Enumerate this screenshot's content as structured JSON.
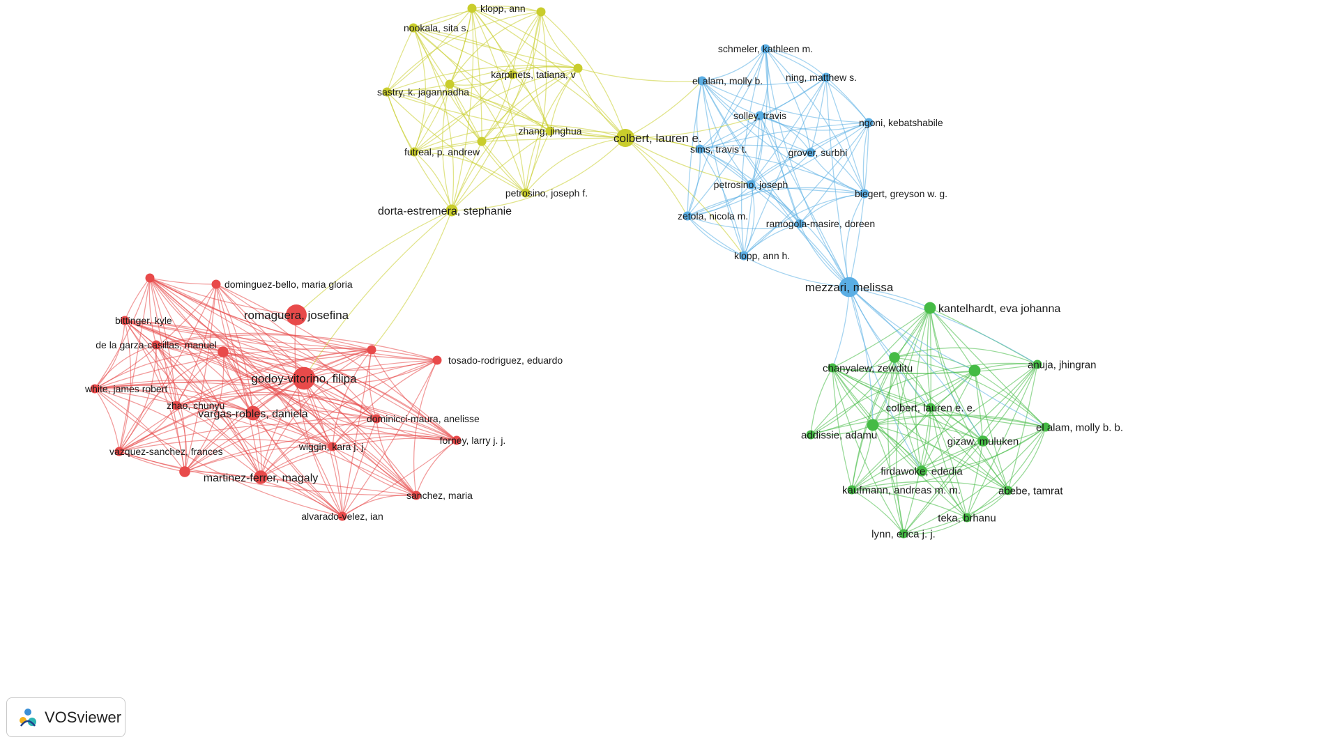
{
  "app": {
    "logo_text": "VOSviewer"
  },
  "colors": {
    "cluster_yellow": "#c9cd2c",
    "cluster_blue": "#5aaee4",
    "cluster_red": "#e84a4a",
    "cluster_green": "#45bb45"
  },
  "clusters": [
    {
      "id": "yellow",
      "color": "#c9cd2c"
    },
    {
      "id": "blue",
      "color": "#5aaee4"
    },
    {
      "id": "red",
      "color": "#e84a4a"
    },
    {
      "id": "green",
      "color": "#45bb45"
    }
  ],
  "nodes": [
    {
      "id": "y1",
      "cluster": "yellow",
      "label": "klopp, ann",
      "weight": 1
    },
    {
      "id": "y2",
      "cluster": "yellow",
      "label": "",
      "weight": 1
    },
    {
      "id": "y3",
      "cluster": "yellow",
      "label": "nookala, sita s.",
      "weight": 1
    },
    {
      "id": "y4",
      "cluster": "yellow",
      "label": "karpinets, tatiana, v",
      "weight": 1
    },
    {
      "id": "y5",
      "cluster": "yellow",
      "label": "",
      "weight": 1
    },
    {
      "id": "y6",
      "cluster": "yellow",
      "label": "",
      "weight": 1
    },
    {
      "id": "y7",
      "cluster": "yellow",
      "label": "sastry, k. jagannadha",
      "weight": 1
    },
    {
      "id": "y8",
      "cluster": "yellow",
      "label": "zhang, jinghua",
      "weight": 1
    },
    {
      "id": "y9",
      "cluster": "yellow",
      "label": "",
      "weight": 1
    },
    {
      "id": "y10",
      "cluster": "yellow",
      "label": "futreal, p. andrew",
      "weight": 1
    },
    {
      "id": "y11",
      "cluster": "yellow",
      "label": "colbert, lauren e.",
      "weight": 2
    },
    {
      "id": "y12",
      "cluster": "yellow",
      "label": "petrosino, joseph f.",
      "weight": 1
    },
    {
      "id": "y13",
      "cluster": "yellow",
      "label": "dorta-estremera, stephanie",
      "weight": 1.3
    },
    {
      "id": "b1",
      "cluster": "blue",
      "label": "schmeler, kathleen m.",
      "weight": 1
    },
    {
      "id": "b2",
      "cluster": "blue",
      "label": "el alam, molly b.",
      "weight": 1
    },
    {
      "id": "b3",
      "cluster": "blue",
      "label": "ning, matthew s.",
      "weight": 1
    },
    {
      "id": "b4",
      "cluster": "blue",
      "label": "solley, travis",
      "weight": 1
    },
    {
      "id": "b5",
      "cluster": "blue",
      "label": "ngoni, kebatshabile",
      "weight": 1
    },
    {
      "id": "b6",
      "cluster": "blue",
      "label": "sims, travis t.",
      "weight": 1
    },
    {
      "id": "b7",
      "cluster": "blue",
      "label": "grover, surbhi",
      "weight": 1
    },
    {
      "id": "b8",
      "cluster": "blue",
      "label": "petrosino, joseph",
      "weight": 1
    },
    {
      "id": "b9",
      "cluster": "blue",
      "label": "biegert, greyson w. g.",
      "weight": 1
    },
    {
      "id": "b10",
      "cluster": "blue",
      "label": "zetola, nicola m.",
      "weight": 1
    },
    {
      "id": "b11",
      "cluster": "blue",
      "label": "ramogola-masire, doreen",
      "weight": 1
    },
    {
      "id": "b12",
      "cluster": "blue",
      "label": "klopp, ann h.",
      "weight": 1
    },
    {
      "id": "b13",
      "cluster": "blue",
      "label": "mezzari, melissa",
      "weight": 2.2
    },
    {
      "id": "r1",
      "cluster": "red",
      "label": "",
      "weight": 1
    },
    {
      "id": "r2",
      "cluster": "red",
      "label": "dominguez-bello, maria gloria",
      "weight": 1
    },
    {
      "id": "r3",
      "cluster": "red",
      "label": "romaguera, josefina",
      "weight": 2.3
    },
    {
      "id": "r4",
      "cluster": "red",
      "label": "bittinger, kyle",
      "weight": 1
    },
    {
      "id": "r5",
      "cluster": "red",
      "label": "de la garza-casillas, manuel",
      "weight": 1
    },
    {
      "id": "r6",
      "cluster": "red",
      "label": "",
      "weight": 1.2
    },
    {
      "id": "r7",
      "cluster": "red",
      "label": "",
      "weight": 1
    },
    {
      "id": "r8",
      "cluster": "red",
      "label": "tosado-rodriguez, eduardo",
      "weight": 1
    },
    {
      "id": "r9",
      "cluster": "red",
      "label": "godoy-vitorino, filipa",
      "weight": 2.5
    },
    {
      "id": "r10",
      "cluster": "red",
      "label": "white, james robert",
      "weight": 1
    },
    {
      "id": "r11",
      "cluster": "red",
      "label": "zhao, chunyu",
      "weight": 1
    },
    {
      "id": "r12",
      "cluster": "red",
      "label": "vargas-robles, daniela",
      "weight": 1.6
    },
    {
      "id": "r13",
      "cluster": "red",
      "label": "dominicci-maura, anelisse",
      "weight": 1
    },
    {
      "id": "r14",
      "cluster": "red",
      "label": "forney, larry j. j.",
      "weight": 1
    },
    {
      "id": "r15",
      "cluster": "red",
      "label": "wiggin, kara j. j.",
      "weight": 1
    },
    {
      "id": "r16",
      "cluster": "red",
      "label": "vazquez-sanchez, frances",
      "weight": 1
    },
    {
      "id": "r17",
      "cluster": "red",
      "label": "",
      "weight": 1.2
    },
    {
      "id": "r18",
      "cluster": "red",
      "label": "martinez-ferrer, magaly",
      "weight": 1.5
    },
    {
      "id": "r19",
      "cluster": "red",
      "label": "sanchez, maria",
      "weight": 1
    },
    {
      "id": "r20",
      "cluster": "red",
      "label": "alvarado-velez, ian",
      "weight": 1
    },
    {
      "id": "g1",
      "cluster": "green",
      "label": "kantelhardt, eva johanna",
      "weight": 1.3
    },
    {
      "id": "g2",
      "cluster": "green",
      "label": "",
      "weight": 1.2
    },
    {
      "id": "g3",
      "cluster": "green",
      "label": "chanyalew, zewditu",
      "weight": 1
    },
    {
      "id": "g4",
      "cluster": "green",
      "label": "",
      "weight": 1.3
    },
    {
      "id": "g5",
      "cluster": "green",
      "label": "anuja, jhingran",
      "weight": 1
    },
    {
      "id": "g6",
      "cluster": "green",
      "label": "colbert, lauren e. e.",
      "weight": 1
    },
    {
      "id": "g7",
      "cluster": "green",
      "label": "",
      "weight": 1.3
    },
    {
      "id": "g8",
      "cluster": "green",
      "label": "el alam, molly b. b.",
      "weight": 1
    },
    {
      "id": "g9",
      "cluster": "green",
      "label": "addissie, adamu",
      "weight": 1
    },
    {
      "id": "g10",
      "cluster": "green",
      "label": "gizaw, muluken",
      "weight": 1.2
    },
    {
      "id": "g11",
      "cluster": "green",
      "label": "firdawoke, ededia",
      "weight": 1.2
    },
    {
      "id": "g12",
      "cluster": "green",
      "label": "kaufmann, andreas m. m.",
      "weight": 1
    },
    {
      "id": "g13",
      "cluster": "green",
      "label": "abebe, tamrat",
      "weight": 1
    },
    {
      "id": "g14",
      "cluster": "green",
      "label": "teka, brhanu",
      "weight": 1
    },
    {
      "id": "g15",
      "cluster": "green",
      "label": "lynn, erica j. j.",
      "weight": 1
    }
  ],
  "bridges": [
    [
      "y11",
      "b2"
    ],
    [
      "y11",
      "b6"
    ],
    [
      "y11",
      "b8"
    ],
    [
      "y11",
      "b10"
    ],
    [
      "y11",
      "b4"
    ],
    [
      "y11",
      "b12"
    ],
    [
      "y5",
      "b2"
    ],
    [
      "y8",
      "b6"
    ],
    [
      "y13",
      "r3"
    ],
    [
      "y13",
      "r7"
    ],
    [
      "y13",
      "r9"
    ],
    [
      "b13",
      "g1"
    ],
    [
      "b13",
      "g2"
    ],
    [
      "b13",
      "g3"
    ],
    [
      "b13",
      "g4"
    ],
    [
      "b13",
      "g5"
    ],
    [
      "b13",
      "g6"
    ],
    [
      "b13",
      "g7"
    ],
    [
      "b13",
      "g8"
    ],
    [
      "b13",
      "g10"
    ],
    [
      "b13",
      "g11"
    ]
  ]
}
